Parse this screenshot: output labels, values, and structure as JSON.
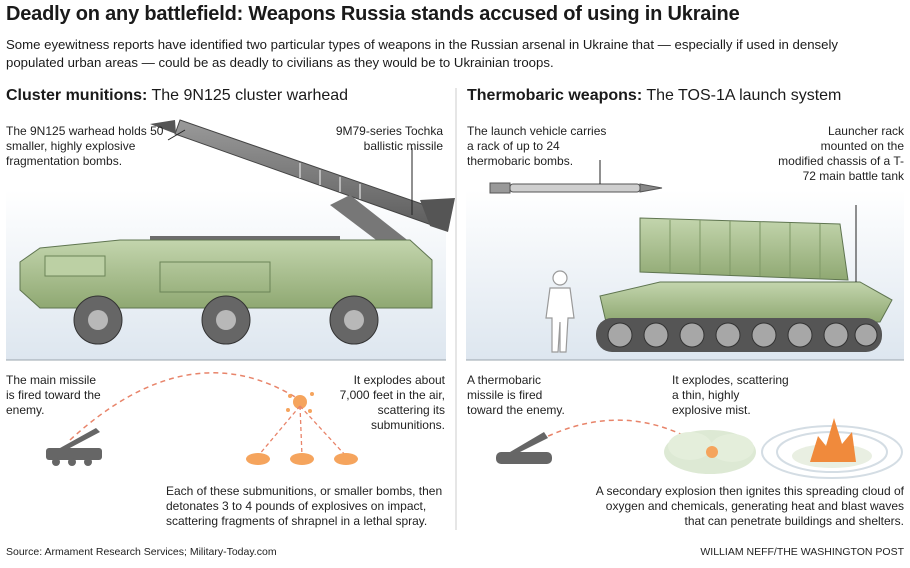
{
  "headline": "Deadly on any battlefield: Weapons Russia stands accused of using in Ukraine",
  "deck": "Some eyewitness reports have identified two particular types of weapons in the Russian arsenal in Ukraine that — especially if used in densely populated urban areas — could be as deadly to civilians as they would be to Ukrainian troops.",
  "left": {
    "heading_bold": "Cluster munitions:",
    "heading_rest": " The 9N125 cluster warhead",
    "warhead_note": "The 9N125 warhead holds 50 smaller, highly explosive fragmentation bombs.",
    "missile_note": "9M79-series Tochka ballistic missile",
    "fired_note": "The main missile is fired toward the enemy.",
    "explodes_note": "It explodes about 7,000 feet in the air, scattering its submunitions.",
    "submunitions_note": "Each of these submunitions, or smaller bombs, then detonates 3 to 4 pounds of explosives on impact, scattering fragments of shrapnel in a lethal spray."
  },
  "right": {
    "heading_bold": "Thermobaric weapons:",
    "heading_rest": " The TOS-1A launch system",
    "vehicle_note": "The launch vehicle carries a rack of up to 24 thermobaric bombs.",
    "rack_note": "Launcher rack mounted on the modified chassis of a T-72 main battle tank",
    "fired_note": "A thermobaric missile is fired toward the enemy.",
    "explodes_note": "It explodes, scattering a thin, highly explosive mist.",
    "secondary_note": "A secondary explosion then ignites this spreading cloud of oxygen and chemicals, generating heat and blast waves that can penetrate buildings and shelters."
  },
  "source": "Source: Armament Research Services; Military-Today.com",
  "credit": "WILLIAM NEFF/THE WASHINGTON POST",
  "colors": {
    "vehicle_green": "#a9c08f",
    "missile_gray": "#7d7d7d",
    "blast_orange": "#f08a3c",
    "trajectory_red": "#e8846a"
  }
}
